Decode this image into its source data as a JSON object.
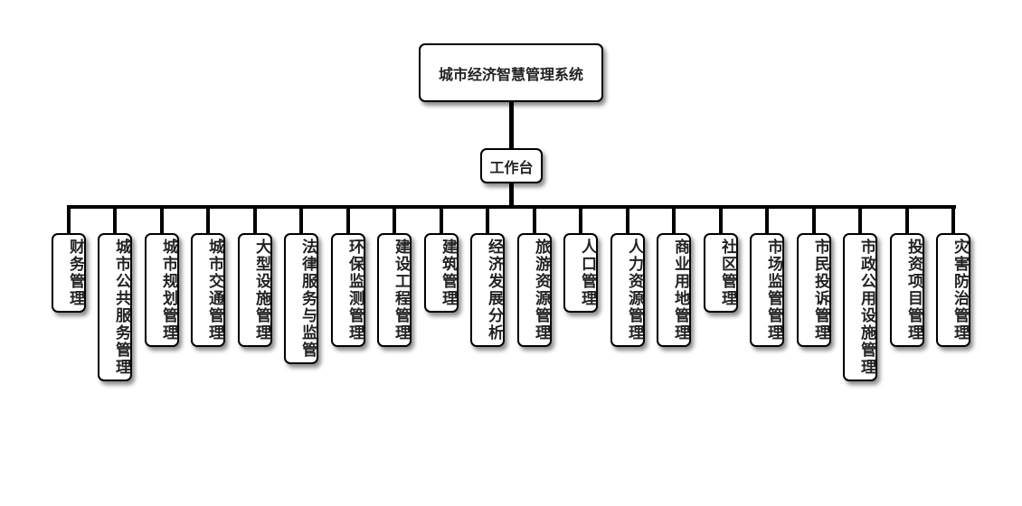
{
  "diagram": {
    "root": {
      "label": "城市经济智慧管理系统"
    },
    "hub": {
      "label": "工作台"
    },
    "children": [
      {
        "label": "财务管理"
      },
      {
        "label": "城市公共服务管理"
      },
      {
        "label": "城市规划管理"
      },
      {
        "label": "城市交通管理"
      },
      {
        "label": "大型设施管理"
      },
      {
        "label": "法律服务与监管"
      },
      {
        "label": "环保监测管理"
      },
      {
        "label": "建设工程管理"
      },
      {
        "label": "建筑管理"
      },
      {
        "label": "经济发展分析"
      },
      {
        "label": "旅游资源管理"
      },
      {
        "label": "人口管理"
      },
      {
        "label": "人力资源管理"
      },
      {
        "label": "商业用地管理"
      },
      {
        "label": "社区管理"
      },
      {
        "label": "市场监管管理"
      },
      {
        "label": "市民投诉管理"
      },
      {
        "label": "市政公用设施管理"
      },
      {
        "label": "投资项目管理"
      },
      {
        "label": "灾害防治管理"
      }
    ]
  },
  "colors": {
    "line": "#000000",
    "node_border": "#000000",
    "node_fill": "#ffffff",
    "text": "#222222"
  }
}
